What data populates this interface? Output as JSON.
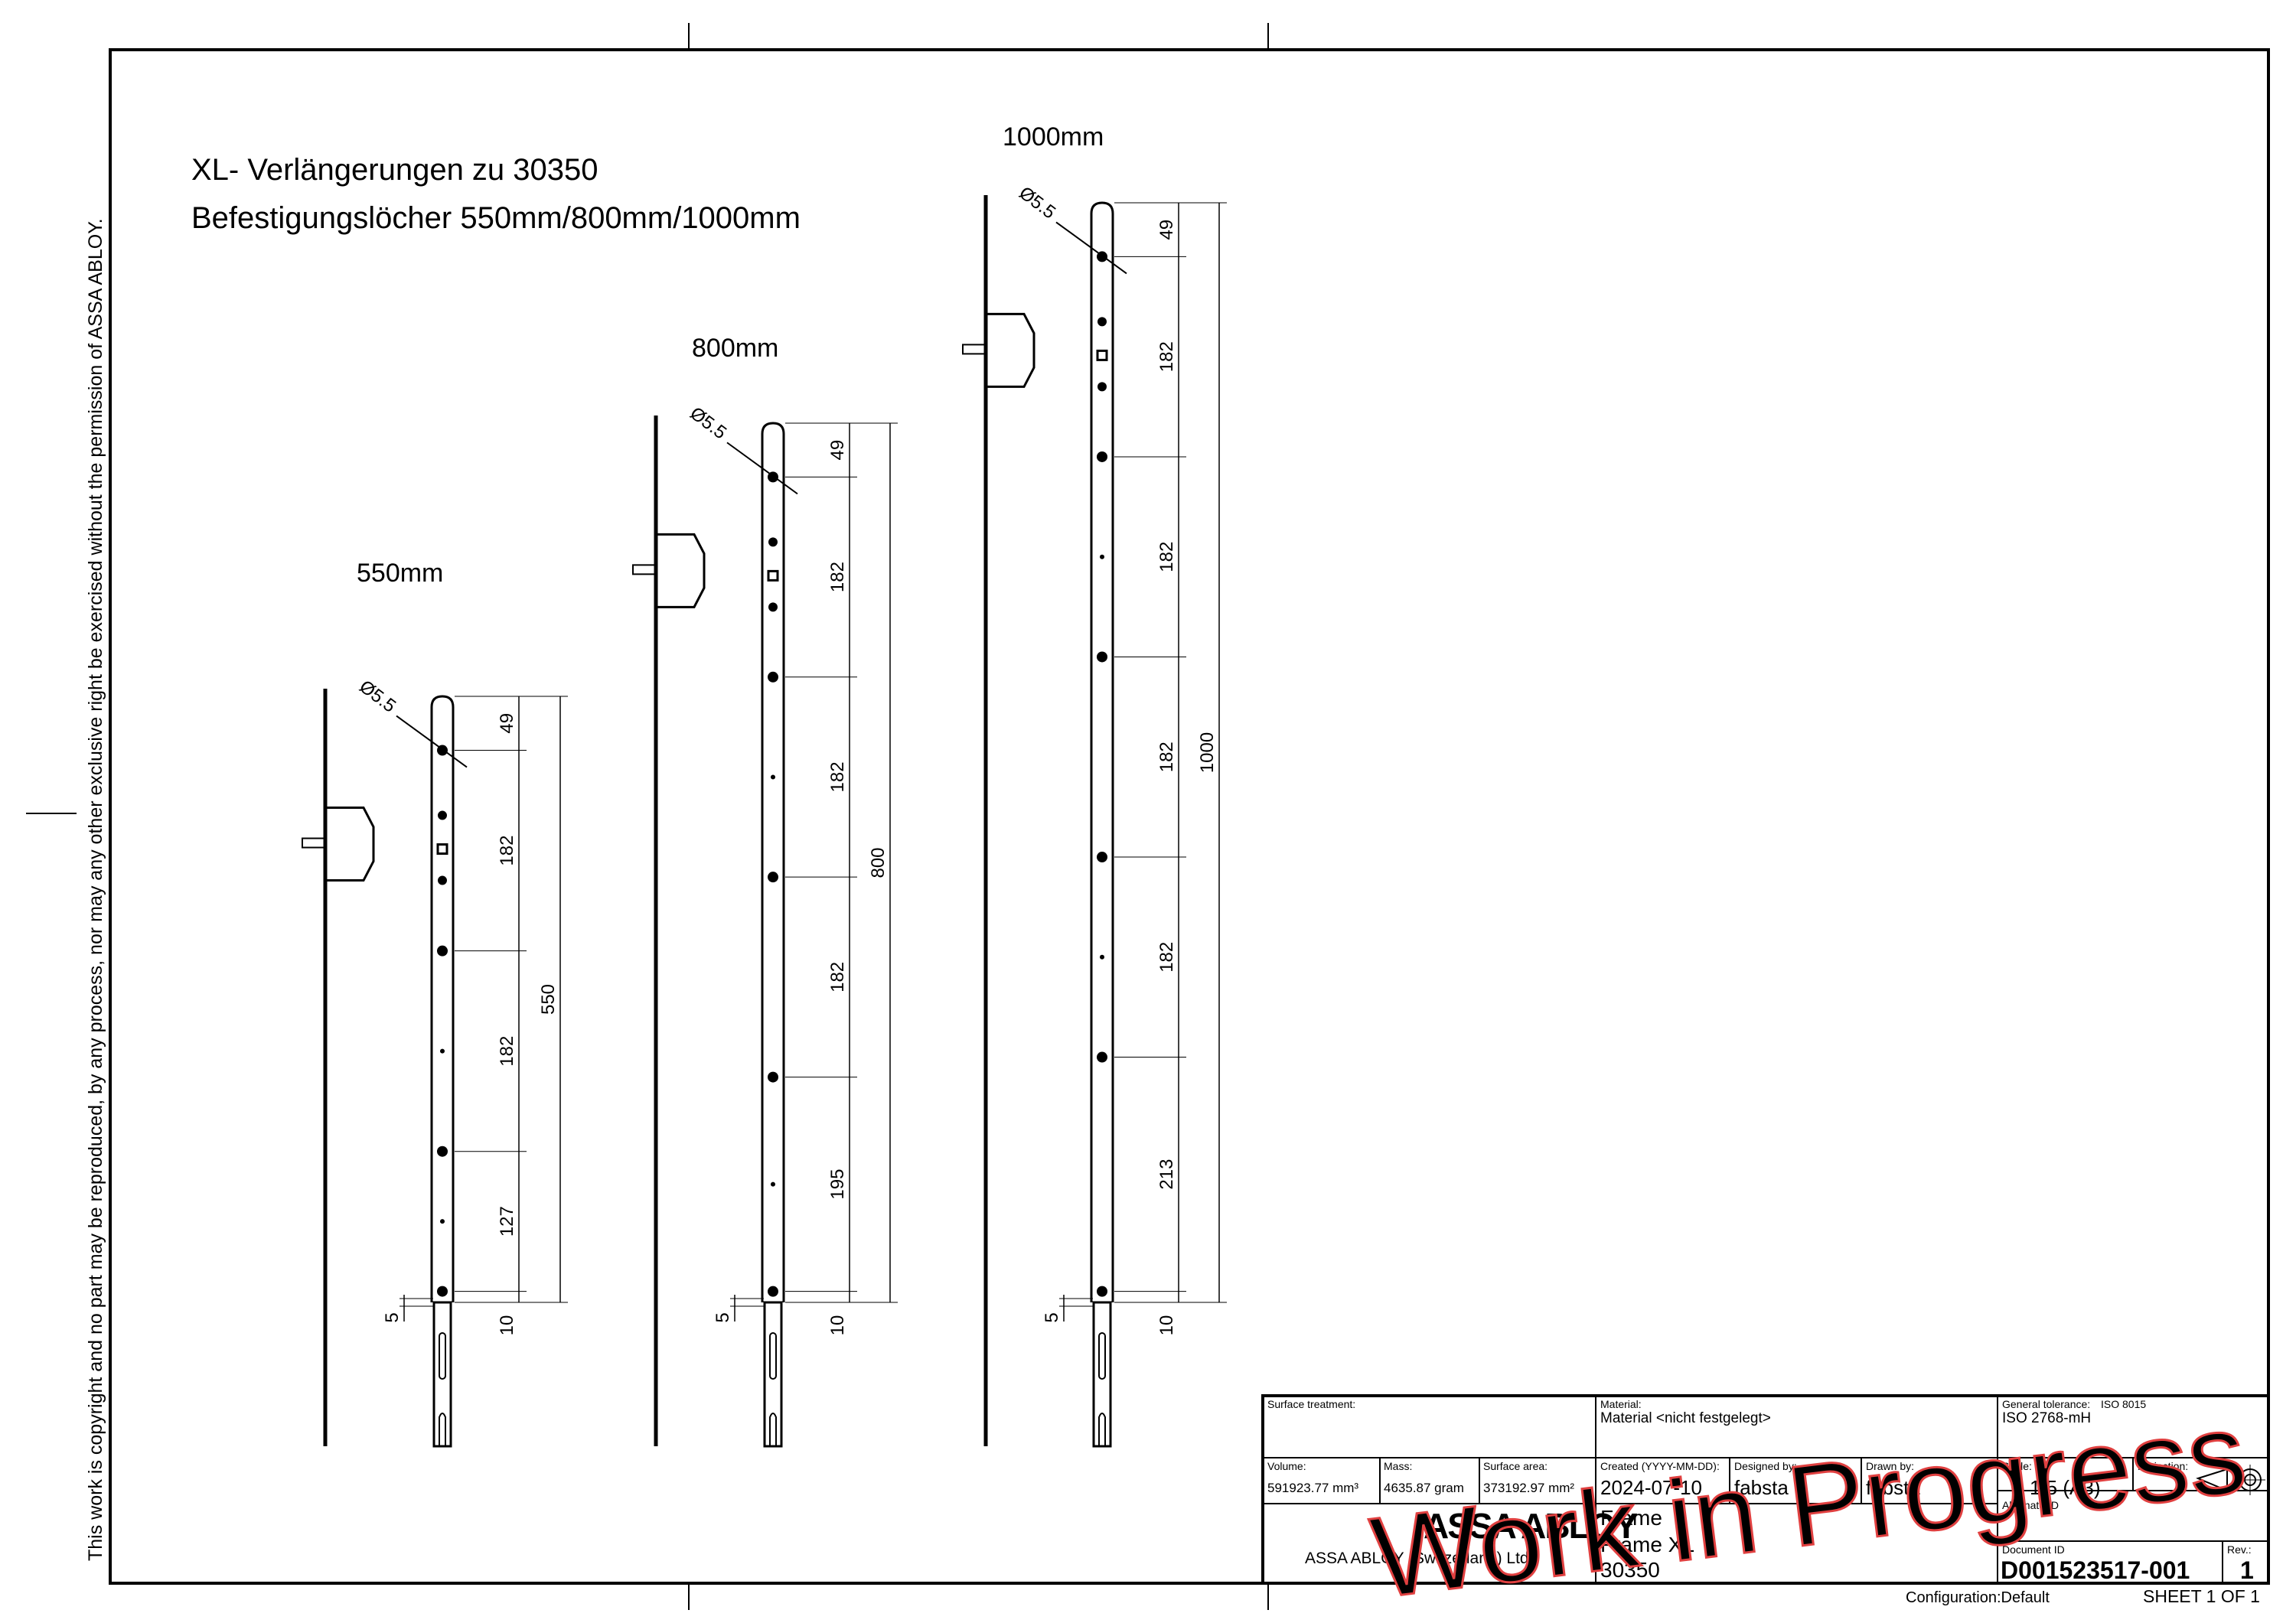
{
  "copyright": "This work  is copyright and no part may be reproduced, by any process, nor may any other exclusive right be exercised without the permission of ASSA ABLOY.",
  "title": {
    "line1": "XL- Verlängerungen zu 30350",
    "line2": "Befestigungslöcher 550mm/800mm/1000mm"
  },
  "views": [
    {
      "label": "550mm",
      "hole_dia": "Ø5.5",
      "segments": [
        "49",
        "182",
        "182",
        "127",
        "10"
      ],
      "overall": "550",
      "tail": "5"
    },
    {
      "label": "800mm",
      "hole_dia": "Ø5.5",
      "segments": [
        "49",
        "182",
        "182",
        "182",
        "195",
        "10"
      ],
      "overall": "800",
      "tail": "5"
    },
    {
      "label": "1000mm",
      "hole_dia": "Ø5.5",
      "segments": [
        "49",
        "182",
        "182",
        "182",
        "182",
        "213",
        "10"
      ],
      "overall": "1000",
      "tail": "5"
    }
  ],
  "title_block": {
    "surface_treatment_label": "Surface treatment:",
    "material_label": "Material:",
    "material_value": "Material <nicht festgelegt>",
    "general_tolerance_label": "General tolerance:",
    "iso_8015": "ISO 8015",
    "tolerance_value": "ISO 2768-mH",
    "volume_label": "Volume:",
    "volume_value": "591923.77 mm³",
    "mass_label": "Mass:",
    "mass_value": "4635.87 gram",
    "surface_area_label": "Surface area:",
    "surface_area_value": "373192.97 mm²",
    "created_label": "Created (YYYY-MM-DD):",
    "created_value": "2024-07-10",
    "designed_by_label": "Designed by:",
    "designed_by_value": "fabsta",
    "drawn_by_label": "Drawn by:",
    "drawn_by_value": "fabsta",
    "scale_label": "Scale:",
    "scale_value": "1:5 (A3)",
    "projection_label": "Projection:",
    "logo": "ASSA ABLOY",
    "company": "ASSA ABLOY (Switzerland) Ltd.",
    "name_line1": "Frame",
    "name_line2": "Frame XL",
    "name_line3": "30350",
    "alternate_id_label": "Alternate ID",
    "document_id_label": "Document ID",
    "document_id_value": "D001523517-001",
    "rev_label": "Rev.:",
    "rev_value": "1",
    "configuration": "Configuration:Default",
    "sheet": "SHEET 1 OF 1",
    "watermark": "Work in Progress"
  }
}
